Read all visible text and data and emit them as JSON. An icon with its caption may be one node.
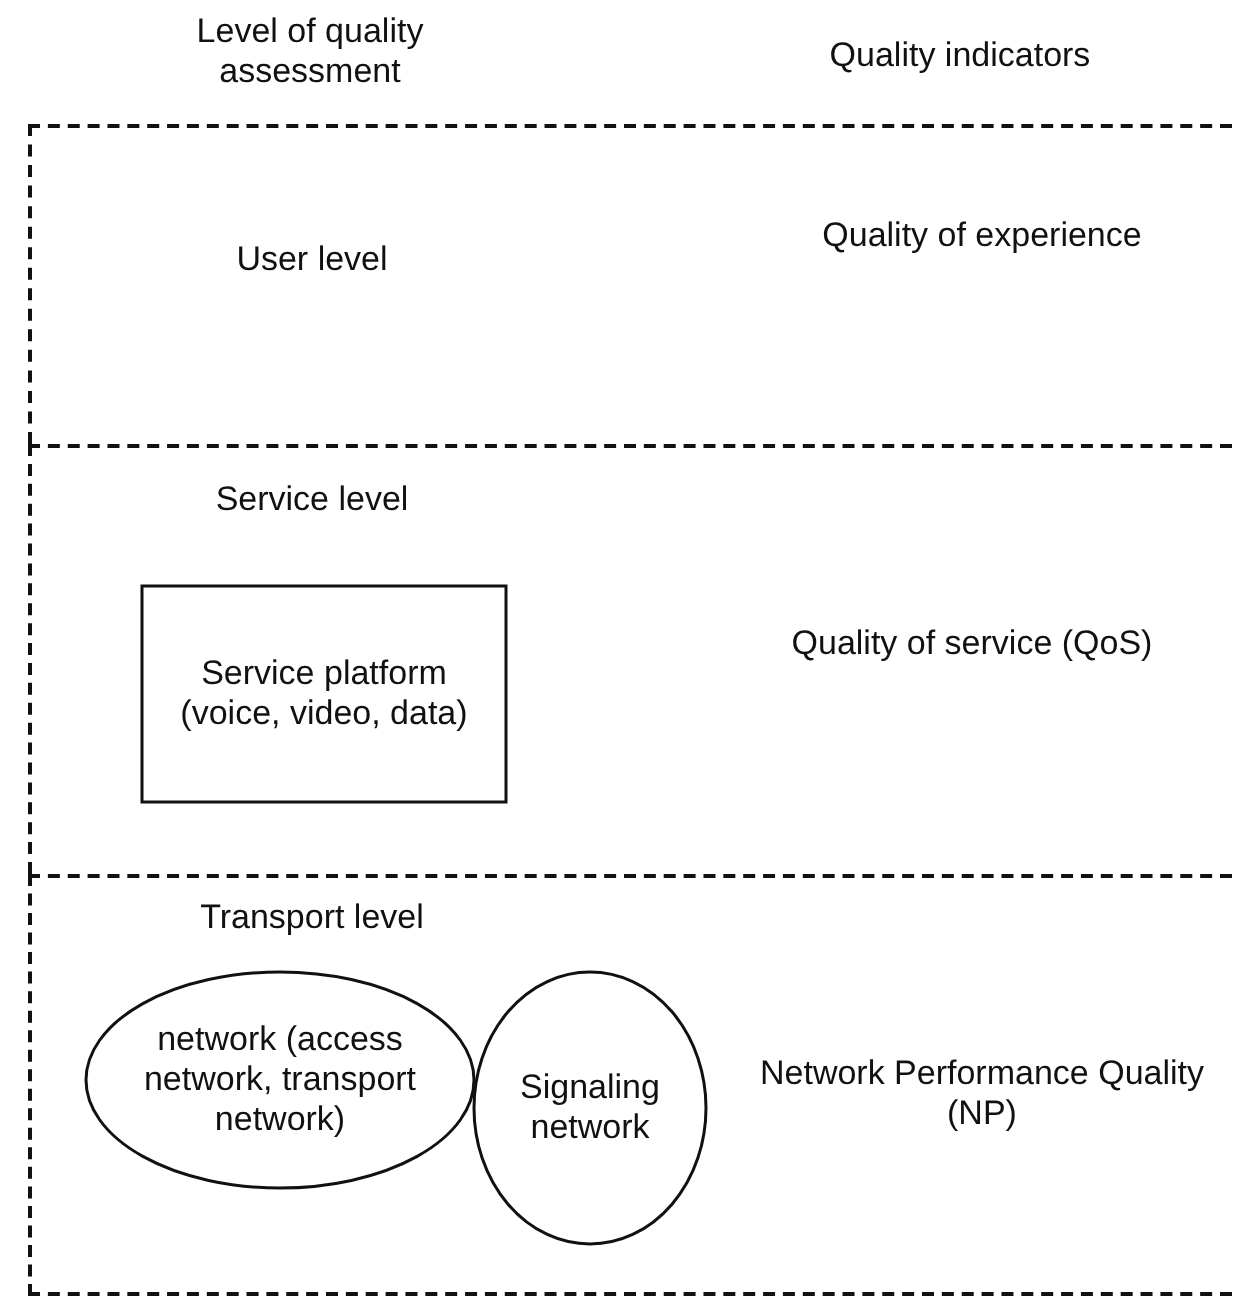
{
  "diagram": {
    "nodes": [
      {
        "text": [
          "User level",
          "Quality of experience"
        ]
      },
      {
        "text": [
          "Service level",
          "Quality of service (QoS)"
        ]
      },
      {
        "text": [
          "Service platform (voice, video, data)"
        ],
        "in": 1
      },
      {
        "text": [
          "Transport level",
          "Network Performance Quality (NP)"
        ]
      },
      {
        "text": [
          "network (access network, transport network)"
        ],
        "in": 3
      },
      {
        "text": [
          "Signaling network"
        ],
        "in": 3
      }
    ],
    "edges": [],
    "labels": [
      "Level of quality assessment",
      "Quality indicators"
    ]
  }
}
